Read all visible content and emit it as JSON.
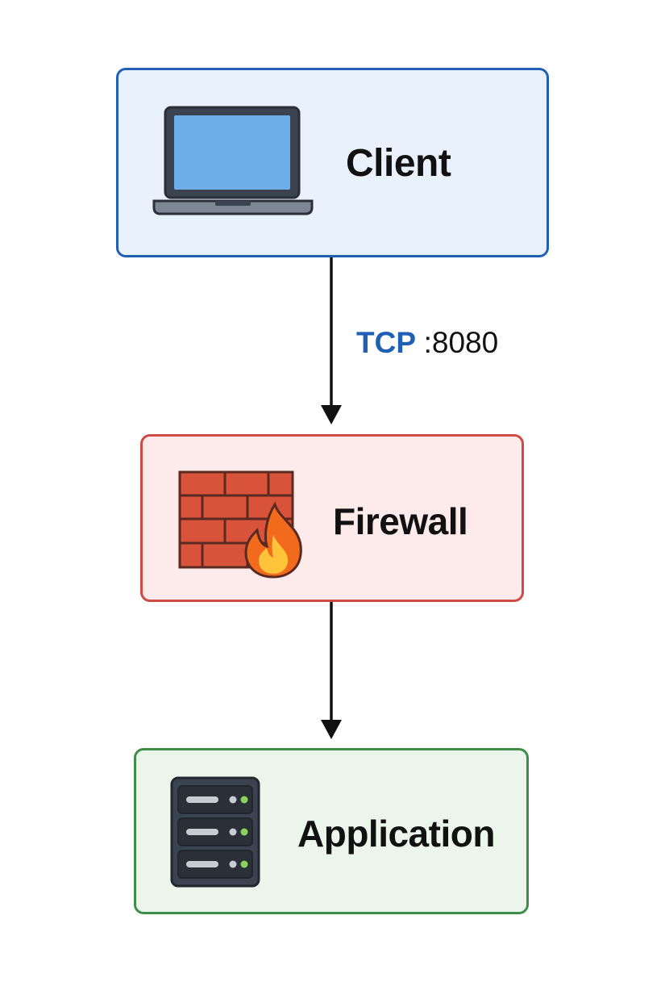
{
  "nodes": {
    "client": {
      "label": "Client",
      "icon": "laptop-icon",
      "border_color": "#1f5fb4",
      "fill_color": "#e9f2fc"
    },
    "firewall": {
      "label": "Firewall",
      "icon": "firewall-icon",
      "border_color": "#cf4a44",
      "fill_color": "#fdeaea"
    },
    "application": {
      "label": "Application",
      "icon": "server-icon",
      "border_color": "#3e8e48",
      "fill_color": "#ecf5ec"
    }
  },
  "edges": [
    {
      "from": "Client",
      "to": "Firewall",
      "protocol": "TCP",
      "port": ":8080",
      "protocol_color": "#1f5fb4"
    },
    {
      "from": "Firewall",
      "to": "Application"
    }
  ]
}
